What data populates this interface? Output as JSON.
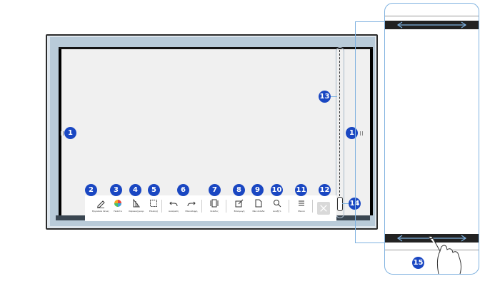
{
  "toolbar": {
    "tools": [
      {
        "id": "pen",
        "label": "Εργαλεία πένας",
        "number": "2",
        "icon": "pen-icon"
      },
      {
        "id": "palette",
        "label": "Παλέτα",
        "number": "3",
        "icon": "palette-icon"
      },
      {
        "id": "ruler",
        "label": "Χάρακας/μοιρ.",
        "number": "4",
        "icon": "ruler-icon"
      },
      {
        "id": "select",
        "label": "Επιλογή",
        "number": "5",
        "icon": "select-icon"
      },
      {
        "id": "undo",
        "label": "Αναίρεση",
        "number": "6",
        "icon": "undo-icon"
      },
      {
        "id": "redo",
        "label": "Επανάληψη",
        "number": "",
        "icon": "redo-icon"
      },
      {
        "id": "pages",
        "label": "Σελίδες",
        "number": "7",
        "icon": "pages-icon"
      },
      {
        "id": "import",
        "label": "Εισαγωγή",
        "number": "8",
        "icon": "import-icon"
      },
      {
        "id": "new-page",
        "label": "Νέα σελίδα",
        "number": "9",
        "icon": "new-page-icon"
      },
      {
        "id": "search",
        "label": "Αναζήτ.",
        "number": "10",
        "icon": "search-icon"
      },
      {
        "id": "menu",
        "label": "Μενού",
        "number": "11",
        "icon": "menu-icon"
      }
    ],
    "close_number": "12",
    "close_icon": "close-icon"
  },
  "callouts": {
    "left_edge": "1",
    "right_edge": "1",
    "scroll_strip": "13",
    "scroll_handle": "14",
    "swipe_gesture": "15"
  },
  "colors": {
    "badge": "#1a47c2",
    "frame": "#2b2b2b",
    "canvas": "#f0f0f0",
    "callout_line": "#7fb2e0"
  }
}
